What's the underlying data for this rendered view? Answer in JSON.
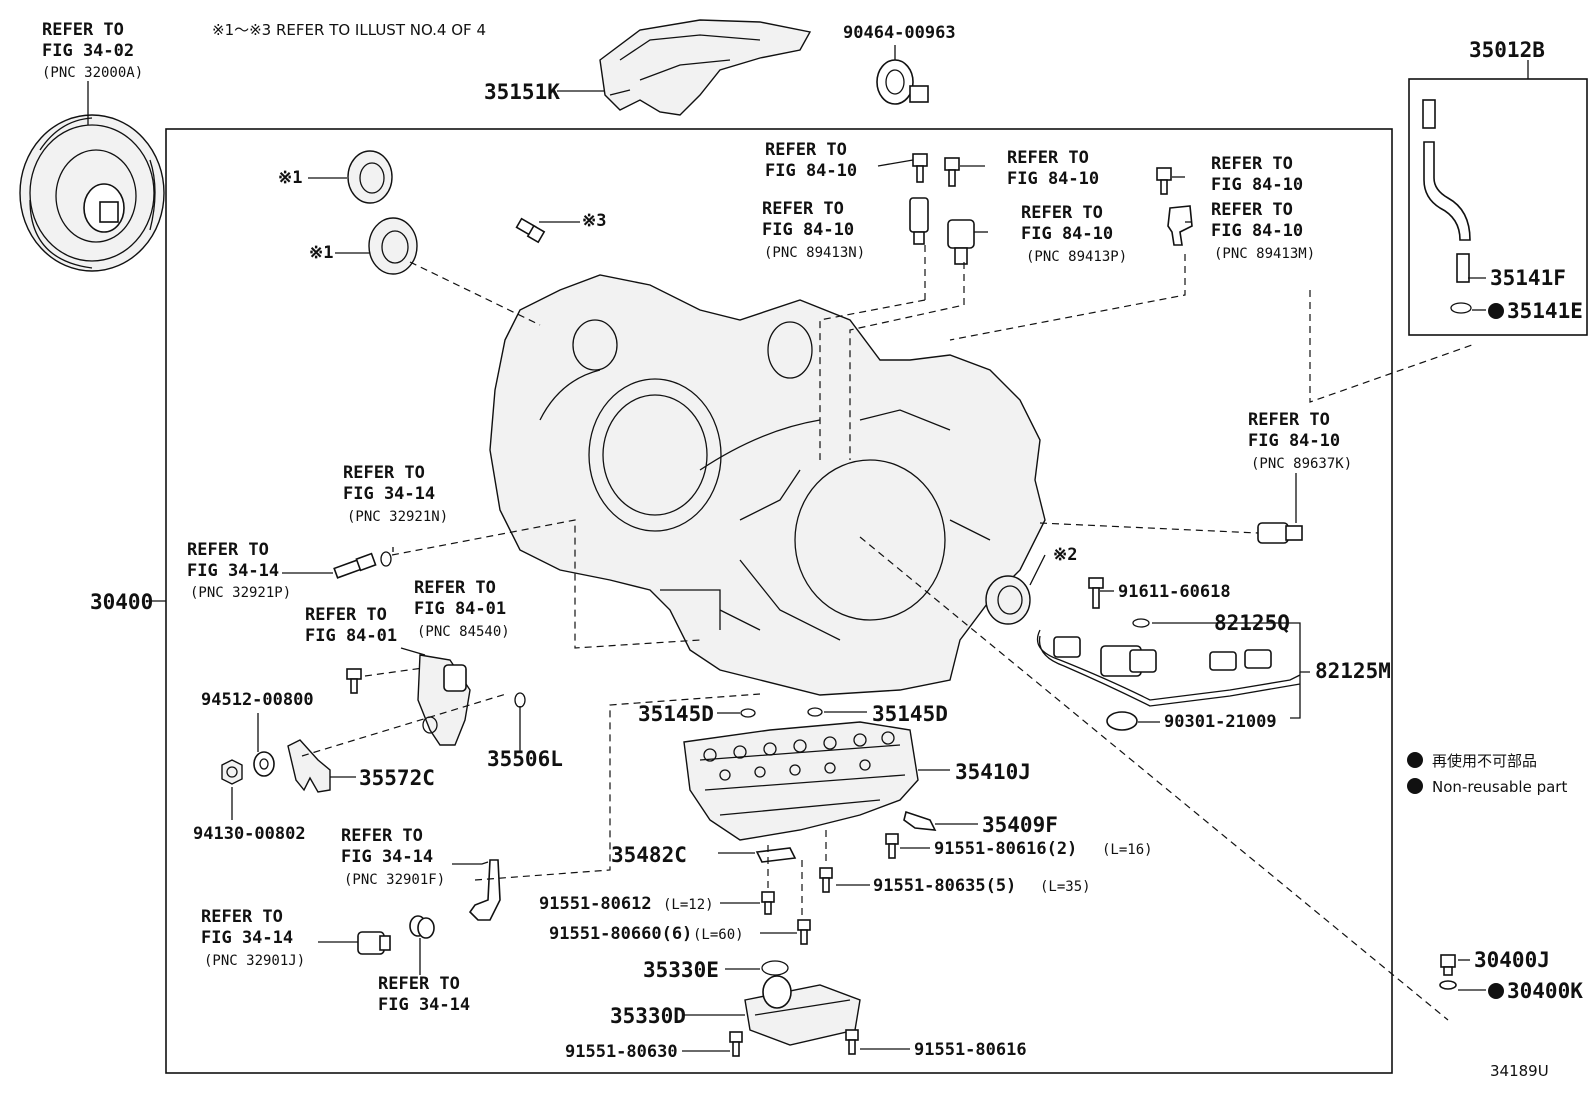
{
  "diagram_id": "34189U",
  "note_header": "※1～※3 REFER TO ILLUST NO.4 OF 4",
  "legend": {
    "jp": "再使用不可部品",
    "en": "Non-reusable part"
  },
  "marks": {
    "m1": "※1",
    "m2": "※2",
    "m3": "※3"
  },
  "refs": {
    "tc_a": "REFER TO",
    "tc_b": "FIG 34-02",
    "tc_c": "(PNC 32000A)",
    "s1_a": "REFER TO",
    "s1_b": "FIG 84-10",
    "s2_a": "REFER TO",
    "s2_b": "FIG 84-10",
    "s2_c": "(PNC 89413N)",
    "s3_a": "REFER TO",
    "s3_b": "FIG 84-10",
    "s4_a": "REFER TO",
    "s4_b": "FIG 84-10",
    "s4_c": "(PNC 89413P)",
    "s5_a": "REFER TO",
    "s5_b": "FIG 84-10",
    "s6_a": "REFER TO",
    "s6_b": "FIG 84-10",
    "s6_c": "(PNC 89413M)",
    "s7_a": "REFER TO",
    "s7_b": "FIG 84-10",
    "s7_c": "(PNC 89637K)",
    "p1_a": "REFER TO",
    "p1_b": "FIG 34-14",
    "p1_c": "(PNC 32921N)",
    "p2_a": "REFER TO",
    "p2_b": "FIG 34-14",
    "p2_c": "(PNC 32921P)",
    "n1_a": "REFER TO",
    "n1_b": "FIG 84-01",
    "n1_c": "(PNC 84540)",
    "n2_a": "REFER TO",
    "n2_b": "FIG 84-01",
    "h1_a": "REFER TO",
    "h1_b": "FIG 34-14",
    "h1_c": "(PNC 32901F)",
    "h2_a": "REFER TO",
    "h2_b": "FIG 34-14",
    "h2_c": "(PNC 32901J)",
    "h3_a": "REFER TO",
    "h3_b": "FIG 34-14"
  },
  "parts": {
    "p35151K": "35151K",
    "p90464": "90464-00963",
    "p35012B": "35012B",
    "p35141F": "35141F",
    "p35141E": "35141E",
    "p30400": "30400",
    "p91611": "91611-60618",
    "p82125Q": "82125Q",
    "p82125M": "82125M",
    "p90301": "90301-21009",
    "p94512": "94512-00800",
    "p94130": "94130-00802",
    "p35572C": "35572C",
    "p35506L": "35506L",
    "p35145D_a": "35145D",
    "p35145D_b": "35145D",
    "p35410J": "35410J",
    "p35409F": "35409F",
    "p91551_80616_2": "91551-80616(2)",
    "l16": "(L=16)",
    "p91551_80635": "91551-80635(5)",
    "l35": "(L=35)",
    "p35482C": "35482C",
    "p91551_80612": "91551-80612",
    "l12": "(L=12)",
    "p91551_80660": "91551-80660(6)",
    "l60": "(L=60)",
    "p35330E": "35330E",
    "p35330D": "35330D",
    "p91551_80630": "91551-80630",
    "p91551_80616": "91551-80616",
    "p30400J": "30400J",
    "p30400K": "30400K"
  }
}
